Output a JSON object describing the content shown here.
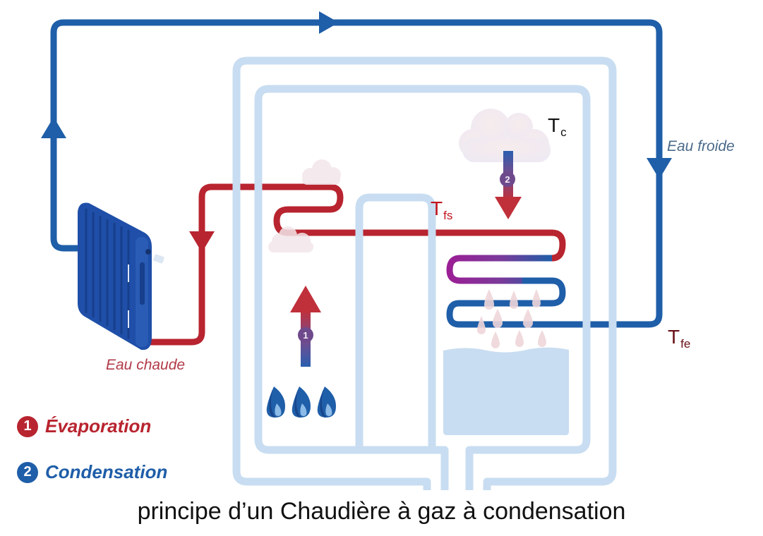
{
  "diagram": {
    "title": "principe d’un Chaudière à gaz à condensation",
    "labels": {
      "hot_water": "Eau chaude",
      "cold_water": "Eau froide"
    },
    "temperatures": {
      "tc": {
        "main": "T",
        "sub": "c"
      },
      "tfs": {
        "main": "T",
        "sub": "fs"
      },
      "tfe": {
        "main": "T",
        "sub": "fe"
      }
    },
    "legend": [
      {
        "number": "1",
        "label": "Évaporation",
        "color": "#b8242f"
      },
      {
        "number": "2",
        "label": "Condensation",
        "color": "#1f5ea8"
      }
    ],
    "flow_badges": {
      "evaporation": "1",
      "condensation": "2"
    },
    "components": {
      "radiator": "radiator-icon",
      "burner": "flame-icon",
      "burner_flame_count": 3,
      "condensate_tank": "tank-icon",
      "exchanger": "coil-icon",
      "flue_gas": "cloud-icon"
    },
    "colors": {
      "cold_pipe": "#1f5ea8",
      "hot_pipe": "#b8242f",
      "casing": "#c8ddf1",
      "tank_water": "#c8ddf1",
      "transition": "#9a2a8e"
    }
  }
}
